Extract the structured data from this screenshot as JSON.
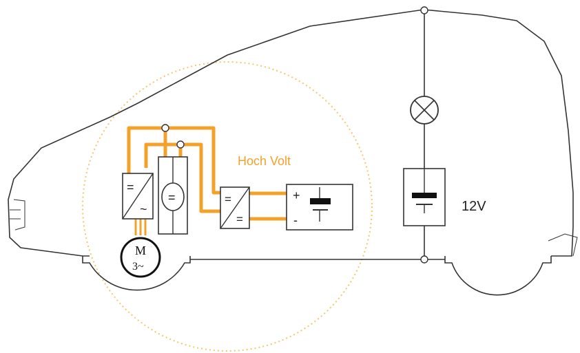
{
  "labels": {
    "hv": "Hoch Volt",
    "lv": "12V",
    "motor_letter": "M",
    "motor_phase": "3~",
    "conv_eq": "=",
    "conv_ac": "~",
    "plus": "+",
    "minus": "-"
  },
  "colors": {
    "hv_orange": "#f4a12a",
    "outline": "#333333",
    "zone_dots": "#f3c667"
  }
}
